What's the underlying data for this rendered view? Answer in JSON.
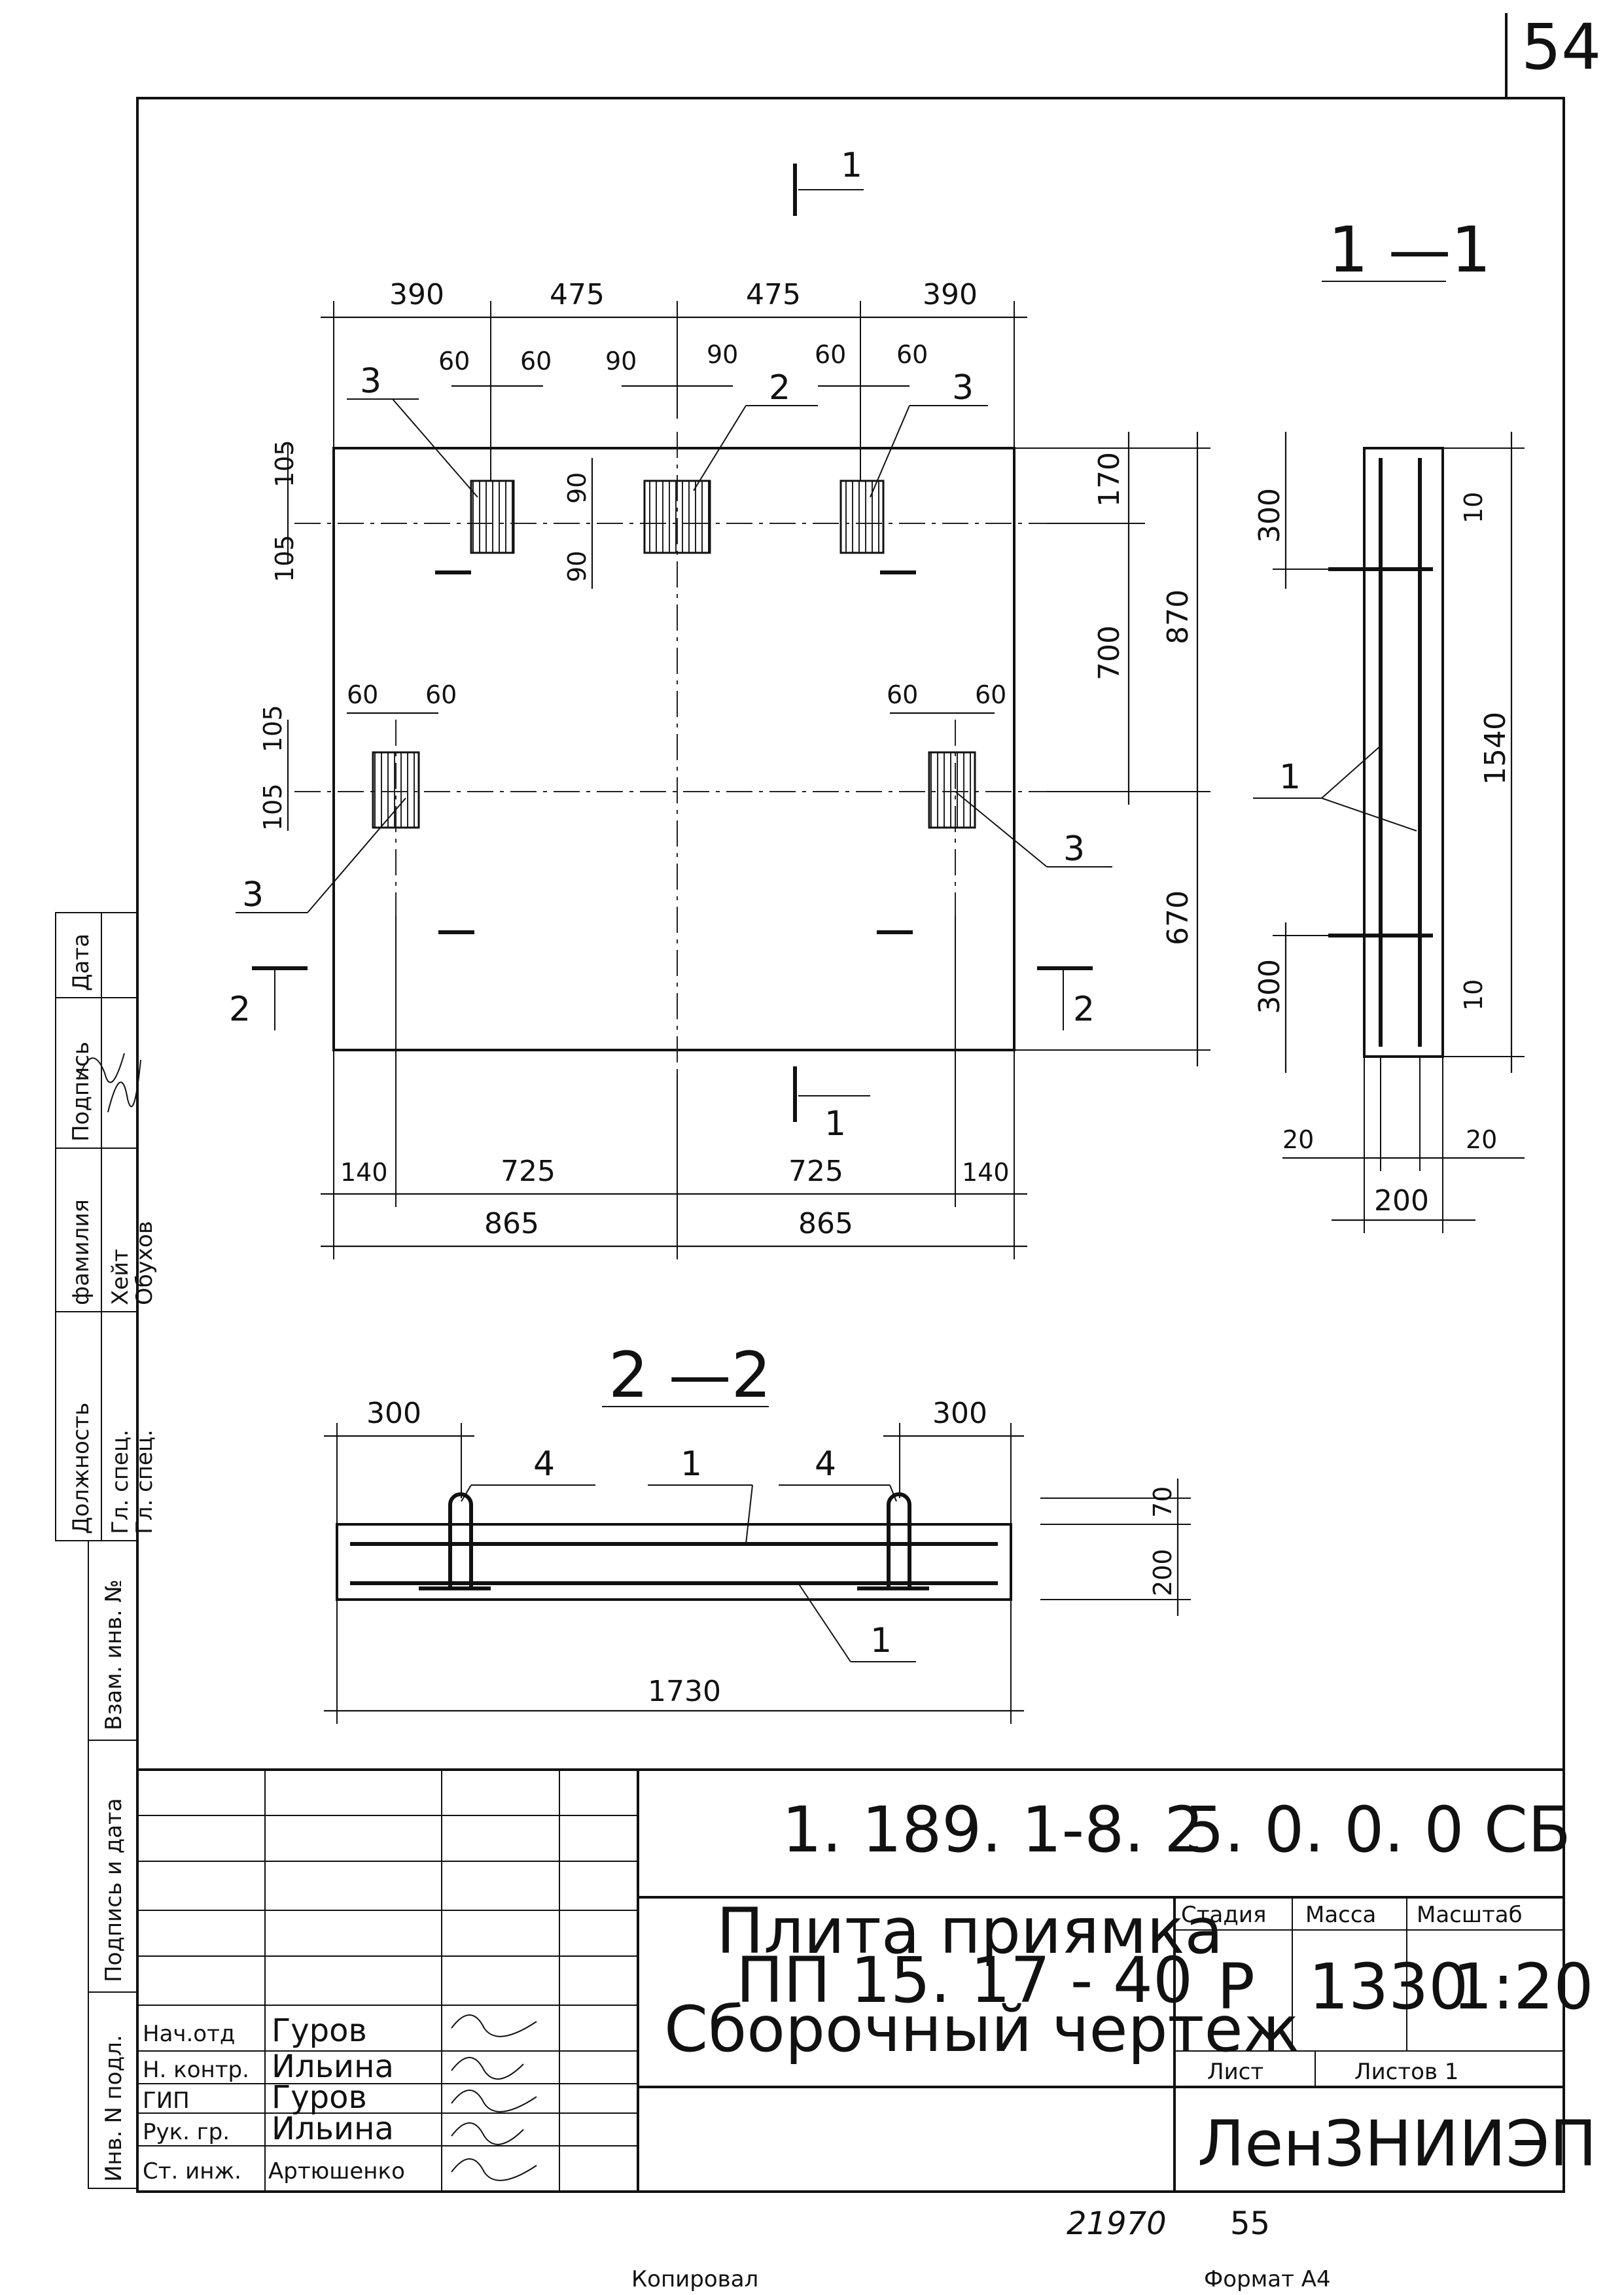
{
  "page_number": "54",
  "plan": {
    "top_dims": [
      "390",
      "475",
      "475",
      "390"
    ],
    "small_top": [
      "60",
      "60",
      "90",
      "90",
      "60",
      "60"
    ],
    "left_small_60": [
      "60",
      "60",
      "60",
      "60"
    ],
    "left_dims": [
      "105",
      "105",
      "105",
      "105"
    ],
    "mid_dims": [
      "90",
      "90"
    ],
    "right_dims": {
      "d170": "170",
      "d700": "700",
      "d870": "870",
      "d670": "670"
    },
    "bottom_dims": {
      "d140": "140",
      "d725": "725",
      "d865": "865"
    },
    "leaders": {
      "n1": "1",
      "n2": "2",
      "n3": "3"
    }
  },
  "section11": {
    "title": "1 —1",
    "dims": {
      "d300": "300",
      "d10": "10",
      "d1540": "1540",
      "d20": "20",
      "d200": "200"
    },
    "leader": "1"
  },
  "section22": {
    "title": "2 —2",
    "dims": {
      "d300": "300",
      "d70": "70",
      "d200": "200",
      "d1730": "1730"
    },
    "leaders": {
      "n1": "1",
      "n4": "4"
    }
  },
  "cut_labels": {
    "one": "1",
    "two": "2"
  },
  "side_stamp": {
    "headers": [
      "Должность",
      "фамилия",
      "Подпись",
      "Дата"
    ],
    "rows": [
      [
        "Гл. спец.",
        "Хейт"
      ],
      [
        "Гл. спец.",
        "Обухов"
      ]
    ],
    "columns": [
      "Взам. инв. №",
      "Подпись и дата",
      "Инв. N подл."
    ]
  },
  "title_block": {
    "code": "1. 189. 1-8. 2",
    "doc": "5. 0. 0. 0 СБ",
    "name_lines": [
      "Плита приямка",
      "ПП 15. 17 - 40",
      "Сборочный чертеж"
    ],
    "stage_header": "Стадия",
    "mass_header": "Масса",
    "scale_header": "Масштаб",
    "stage": "Р",
    "mass": "1330",
    "scale": "1:20",
    "sheet_label": "Лист",
    "sheets_label": "Листов 1",
    "org": "ЛенЗНИИЭП",
    "staff": [
      {
        "role": "Нач.отд",
        "name": "Гуров"
      },
      {
        "role": "Н. контр.",
        "name": "Ильина"
      },
      {
        "role": "ГИП",
        "name": "Гуров"
      },
      {
        "role": "Рук. гр.",
        "name": "Ильина"
      },
      {
        "role": "Ст. инж.",
        "name": "Артюшенко"
      }
    ]
  },
  "footer": {
    "copied": "Копировал",
    "format": "Формат А4",
    "number": "21970",
    "next": "55"
  }
}
